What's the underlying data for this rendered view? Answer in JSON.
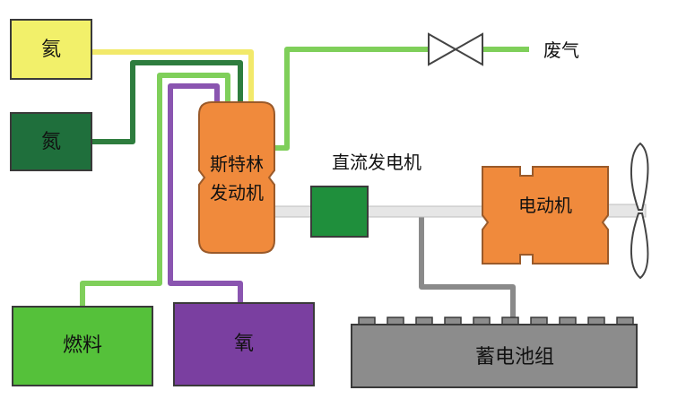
{
  "labels": {
    "helium": "氦",
    "nitrogen": "氮",
    "stirling_line1": "斯特林",
    "stirling_line2": "发动机",
    "dc_generator": "直流发电机",
    "motor": "电动机",
    "exhaust": "废气",
    "fuel": "燃料",
    "oxygen": "氧",
    "battery": "蓄电池组"
  },
  "colors": {
    "helium_box": "#f2f06a",
    "nitrogen_box": "#1f6f3c",
    "fuel_box": "#55c13a",
    "oxygen_box": "#7a3fa0",
    "engine": "#f08a3c",
    "generator": "#1f8f3c",
    "battery": "#8c8c8c",
    "shaft": "#cfcfcf",
    "pipe_yellow": "#f2e96a",
    "pipe_darkgreen": "#2e7d3e",
    "pipe_green": "#7fcf5a",
    "pipe_purple": "#8a55b0",
    "pipe_gray": "#8a8a8a"
  },
  "icons": {
    "exhaust_valve": "valve-icon",
    "propeller": "propeller-icon"
  }
}
